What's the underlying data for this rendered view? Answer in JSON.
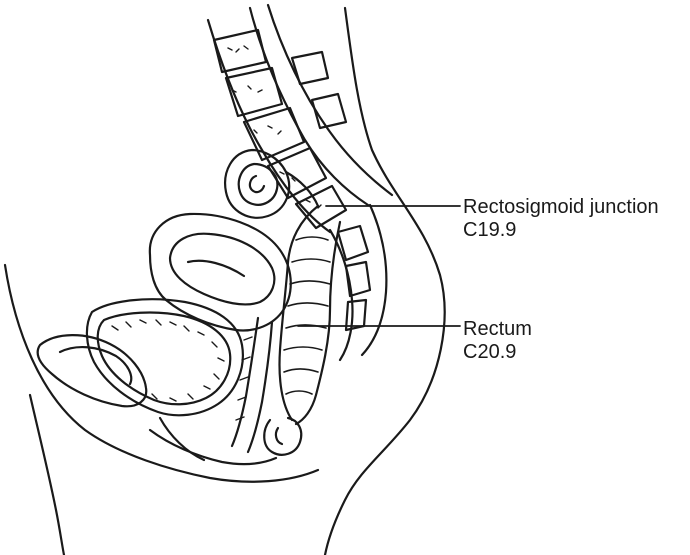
{
  "labels": [
    {
      "name": "Rectosigmoid junction",
      "code": "C19.9"
    },
    {
      "name": "Rectum",
      "code": "C20.9"
    }
  ],
  "colors": {
    "line": "#1a1a1a",
    "background": "#ffffff"
  }
}
